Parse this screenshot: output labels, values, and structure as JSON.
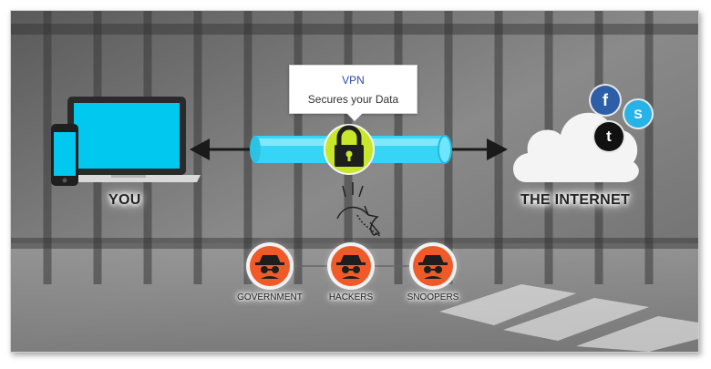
{
  "bubble": {
    "title": "VPN",
    "subtitle": "Secures your Data"
  },
  "labels": {
    "you": "YOU",
    "internet": "THE INTERNET"
  },
  "threats": [
    {
      "label": "GOVERNMENT"
    },
    {
      "label": "HACKERS"
    },
    {
      "label": "SNOOPERS"
    }
  ],
  "social": {
    "facebook": "f",
    "skype": "S",
    "twitter": "t"
  },
  "colors": {
    "screen": "#00c8ee",
    "tunnel": "#37d5f5",
    "lock_badge": "#c8e62a",
    "threat": "#f05a28",
    "facebook": "#2d5fa8",
    "skype": "#27b2e8",
    "twitter": "#111111"
  },
  "icons": [
    "laptop-icon",
    "phone-icon",
    "cloud-icon",
    "padlock-icon",
    "spy-icon",
    "facebook-icon",
    "skype-icon",
    "twitter-icon",
    "arrow-icon"
  ]
}
